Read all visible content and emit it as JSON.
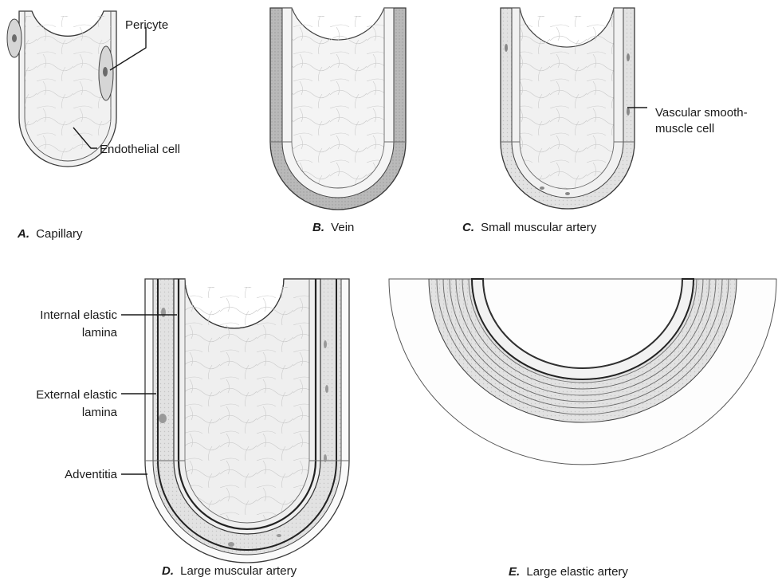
{
  "panels": {
    "a": {
      "letter": "A.",
      "caption": "Capillary"
    },
    "b": {
      "letter": "B.",
      "caption": "Vein"
    },
    "c": {
      "letter": "C.",
      "caption": "Small muscular artery"
    },
    "d": {
      "letter": "D.",
      "caption": "Large muscular artery"
    },
    "e": {
      "letter": "E.",
      "caption": "Large elastic artery"
    }
  },
  "labels": {
    "pericyte": "Pericyte",
    "endothelial_cell": "Endothelial cell",
    "vascular_smooth_muscle_line1": "Vascular smooth-",
    "vascular_smooth_muscle_line2": "muscle cell",
    "internal_elastic_line1": "Internal elastic",
    "internal_elastic_line2": "lamina",
    "external_elastic_line1": "External elastic",
    "external_elastic_line2": "lamina",
    "adventitia": "Adventitia"
  },
  "colors": {
    "lumen_fill": "#f3f3f3",
    "intima_fill": "#ececec",
    "media_fill": "#dcdcdc",
    "adventitia_fill": "#fafafa",
    "vein_outer_fill": "#bdbdbd",
    "line_dark": "#3a3a3a",
    "cell_outline": "#c2c2c2",
    "text": "#1a1a1a"
  }
}
